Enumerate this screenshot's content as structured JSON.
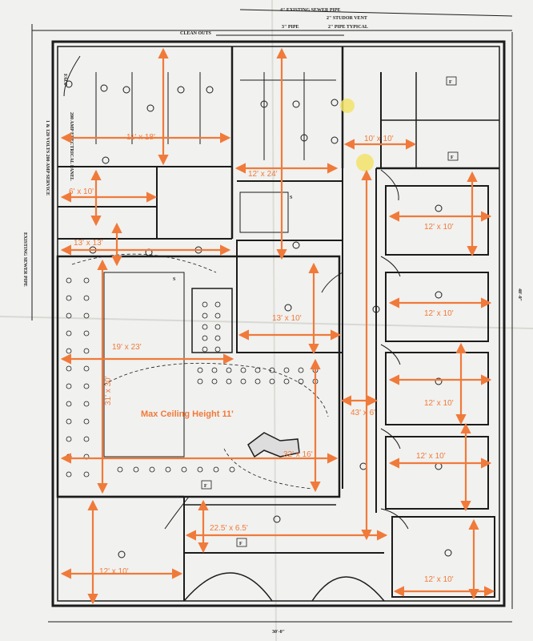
{
  "colors": {
    "paper": "#f4f4f2",
    "ink": "#1c1c1c",
    "annotation": "#f07a3a",
    "highlight": "#f3e36a"
  },
  "plan_notes": {
    "existing_sewer_pipe_top": "4\" EXISTING SEWER PIPE",
    "studor_vent": "2\" STUDOR VENT",
    "pipe_3": "3\" PIPE",
    "pipe_typical": "2\" PIPE TYPICAL",
    "clean_outs": "CLEAN OUTS",
    "existing_sewer_pipe_side": "EXISTING SEWER PIPE",
    "electrical_service": "1 & 120 VOLTS 200 AMP SERVICE",
    "electrical_panel": "200 AMP ELECTRICAL PANEL",
    "fact_panel": "FACP",
    "dim_bottom": "30'-0\"",
    "dim_right": "40'-0\""
  },
  "dimensions": {
    "room_a": "11' x 18'",
    "room_b": "12' x 24'",
    "room_c": "10' x 10'",
    "room_d": "6' x 10'",
    "room_e": "13' x 13'",
    "room_f": "12' x 10'",
    "room_g": "12' x 10'",
    "room_h": "13' x 10'",
    "room_i": "19' x 23'",
    "room_j": "12' x 10'",
    "room_k": "43' x 6'",
    "room_l": "31' x 30'",
    "room_m": "12' x 10'",
    "room_n": "32' x 16'",
    "room_o": "22.5' x 6.5'",
    "room_p": "12' x 10'",
    "room_q": "12' x 10'"
  },
  "ceiling_note": "Max Ceiling Height 11'",
  "symbols": {
    "fire_ext": "F",
    "switch": "S"
  }
}
